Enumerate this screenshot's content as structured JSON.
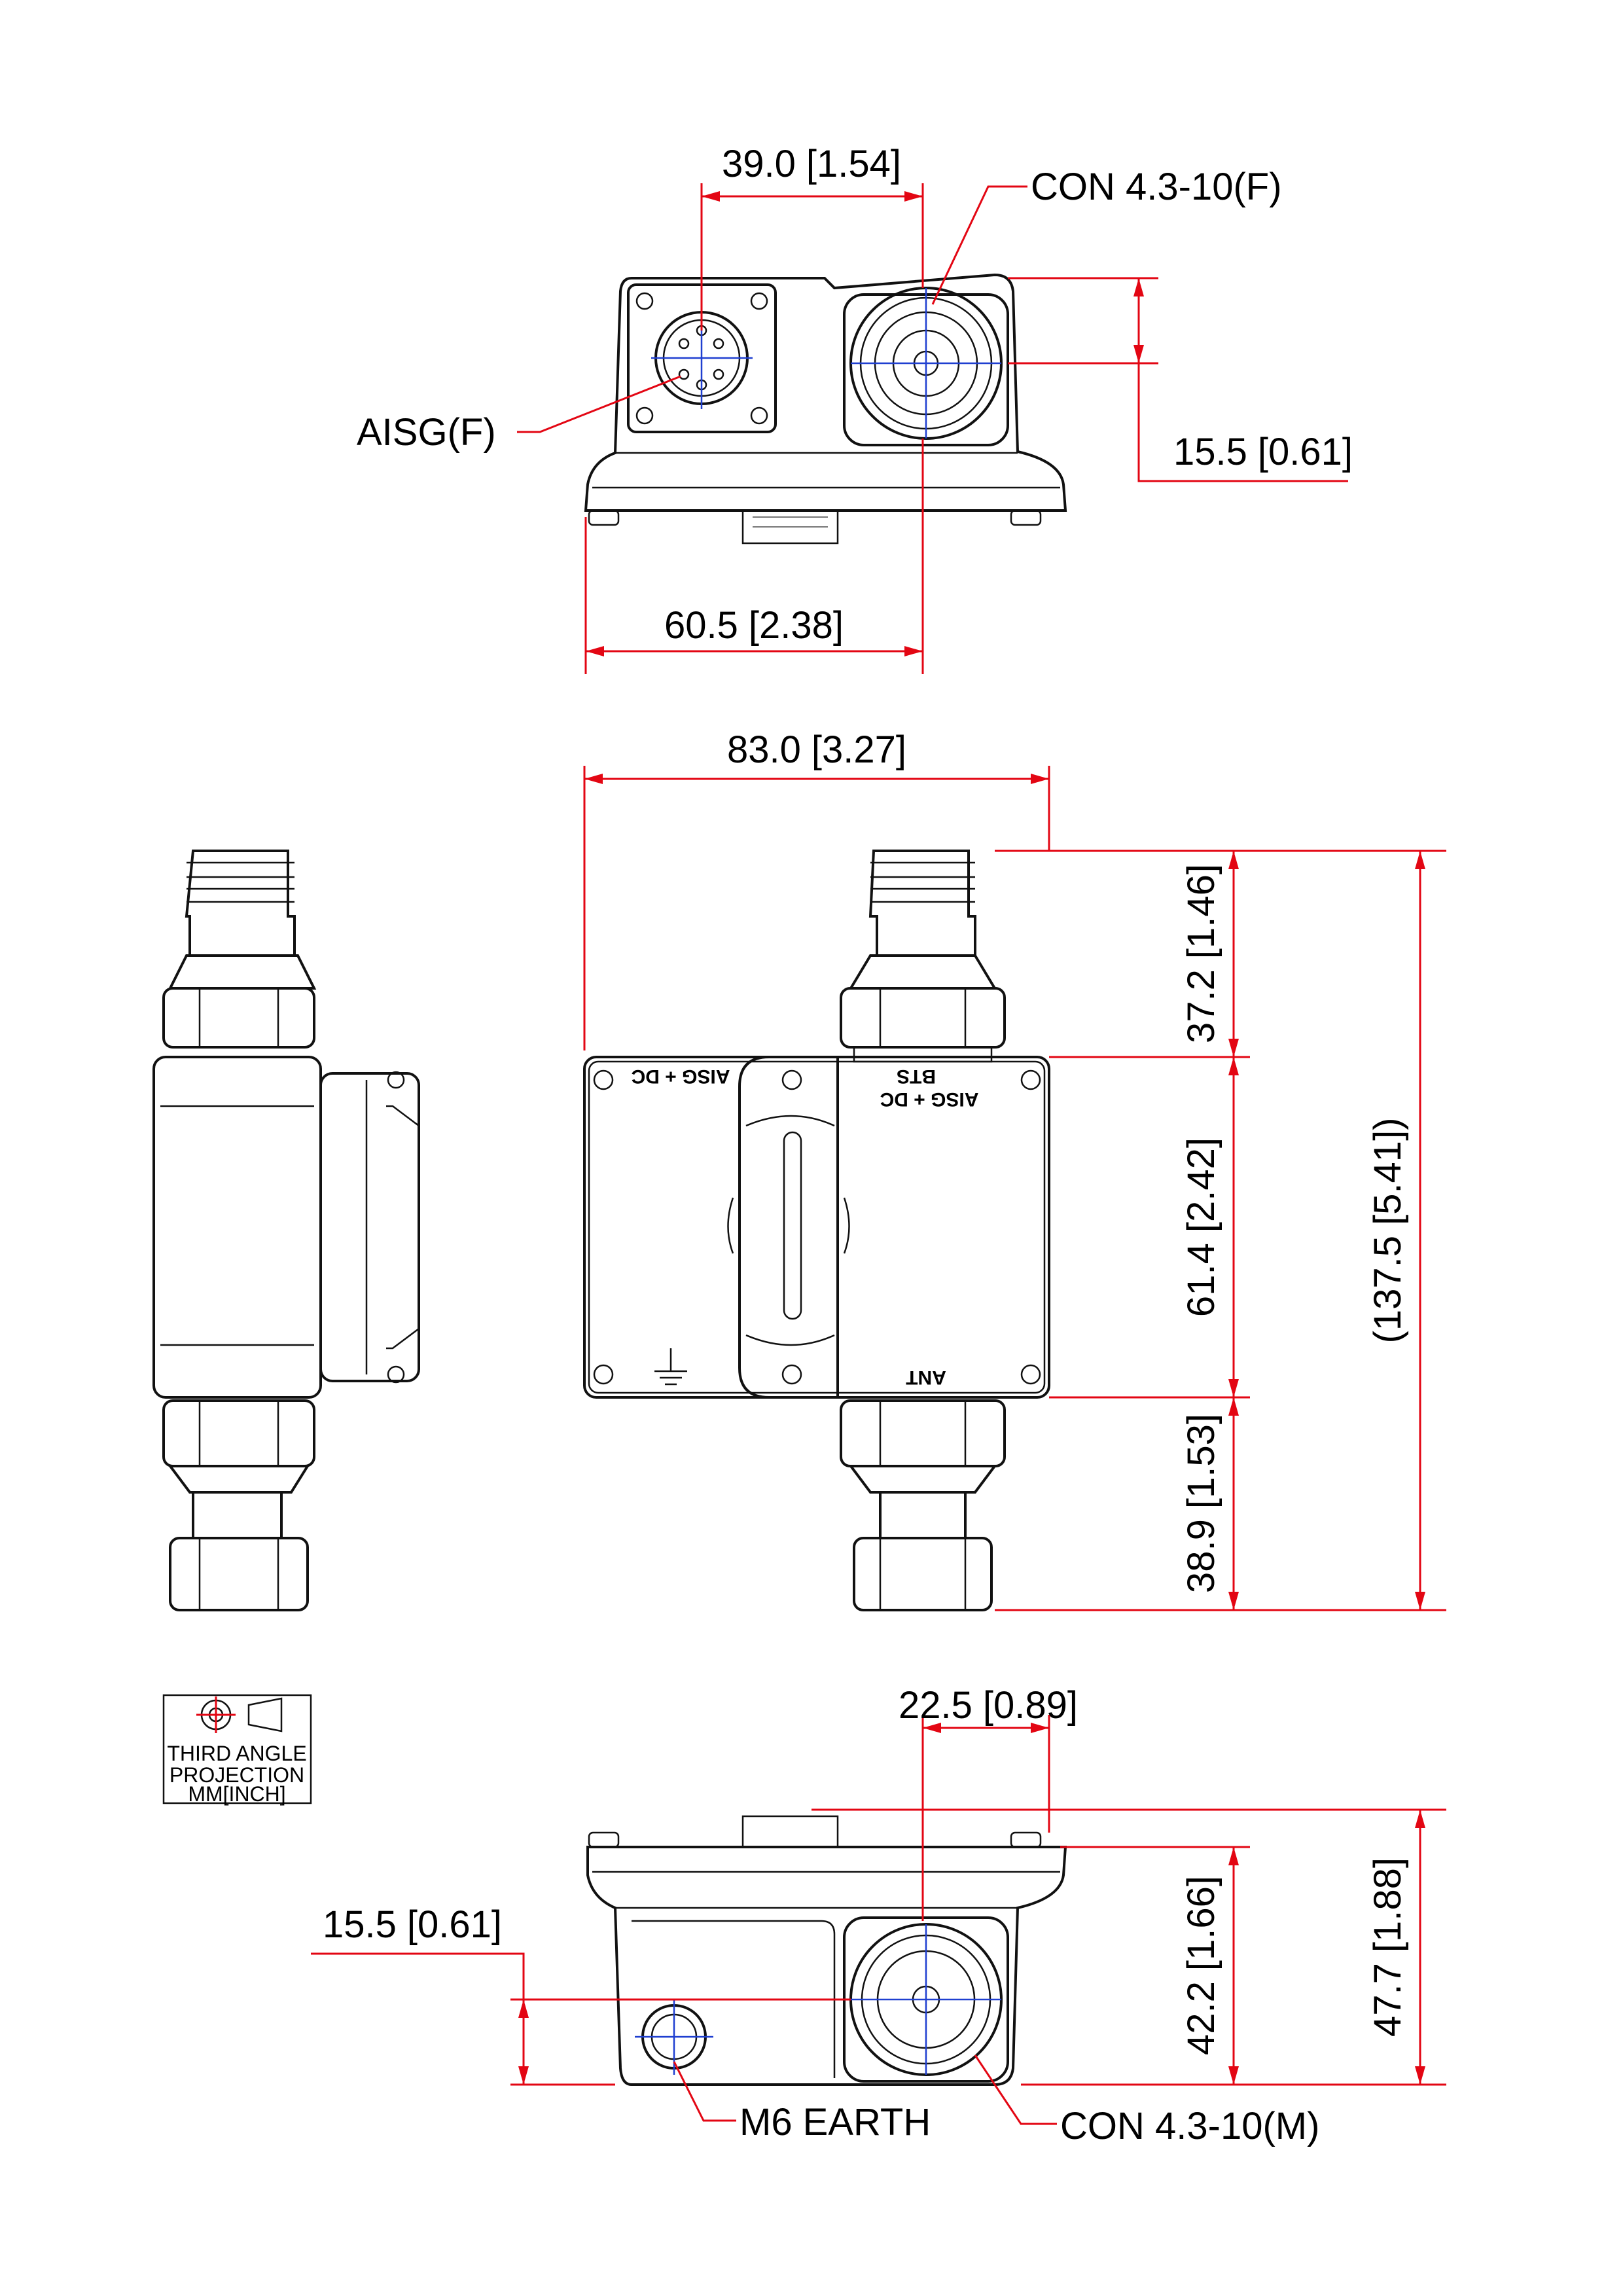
{
  "colors": {
    "dimension_line": "#e30613",
    "outline": "#111111",
    "center_line": "#1f3fd0",
    "background": "#ffffff"
  },
  "top_view": {
    "dims": {
      "width_39": "39.0 [1.54]",
      "offset_15_5": "15.5 [0.61]",
      "width_60_5": "60.5 [2.38]"
    },
    "labels": {
      "con_female": "CON 4.3-10(F)",
      "aisg_female": "AISG(F)"
    }
  },
  "front_view": {
    "dims": {
      "width_83": "83.0 [3.27]",
      "top_37_2": "37.2 [1.46]",
      "mid_61_4": "61.4 [2.42]",
      "bot_38_9": "38.9 [1.53]",
      "overall_137_5": "(137.5 [5.41])"
    },
    "panel_text": {
      "aisg_dc_left": "AISG + DC",
      "bts": "BTS",
      "aisg_dc_right": "AISG + DC",
      "ant": "ANT"
    }
  },
  "projection_symbol": {
    "line1": "THIRD ANGLE",
    "line2": "PROJECTION",
    "line3": "MM[INCH]"
  },
  "bottom_view": {
    "dims": {
      "width_22_5": "22.5 [0.89]",
      "offset_15_5": "15.5 [0.61]",
      "height_42_2": "42.2 [1.66]",
      "height_47_7": "47.7 [1.88]"
    },
    "labels": {
      "earth": "M6 EARTH",
      "con_male": "CON 4.3-10(M)"
    }
  }
}
